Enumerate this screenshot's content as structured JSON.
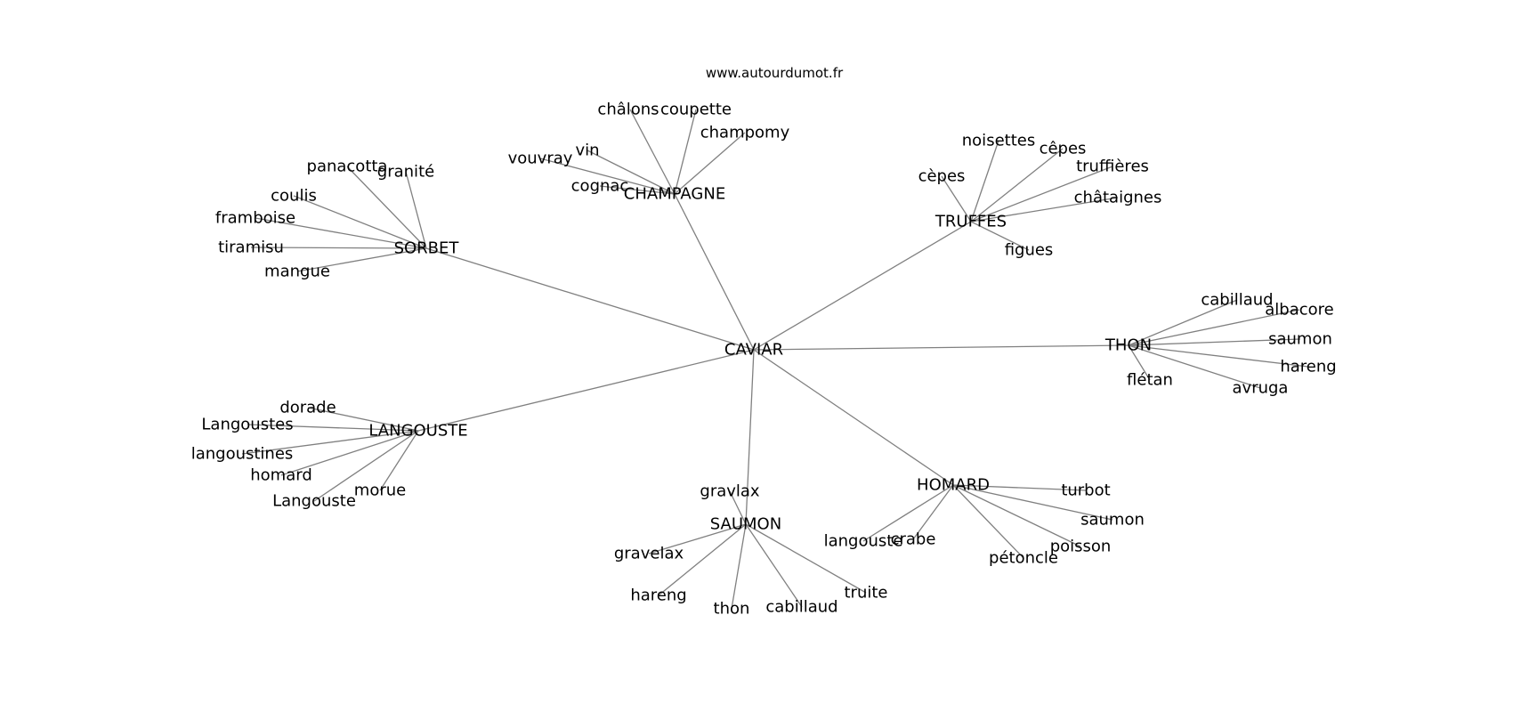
{
  "watermark": "www.autourdumot.fr",
  "graph": {
    "center": "CAVIAR",
    "clusters": [
      {
        "hub": "CHAMPAGNE",
        "leaves": [
          "châlons",
          "coupette",
          "champomy",
          "vin",
          "vouvray",
          "cognac"
        ]
      },
      {
        "hub": "TRUFFES",
        "leaves": [
          "noisettes",
          "cêpes",
          "truffières",
          "cèpes",
          "châtaignes",
          "figues"
        ]
      },
      {
        "hub": "SORBET",
        "leaves": [
          "panacotta",
          "granité",
          "coulis",
          "framboise",
          "tiramisu",
          "mangue"
        ]
      },
      {
        "hub": "THON",
        "leaves": [
          "cabillaud",
          "albacore",
          "saumon",
          "hareng",
          "flétan",
          "avruga"
        ]
      },
      {
        "hub": "LANGOUSTE",
        "leaves": [
          "dorade",
          "Langoustes",
          "langoustines",
          "homard",
          "Langouste",
          "morue"
        ]
      },
      {
        "hub": "HOMARD",
        "leaves": [
          "turbot",
          "saumon",
          "poisson",
          "pétoncle",
          "crabe",
          "langouste"
        ]
      },
      {
        "hub": "SAUMON",
        "leaves": [
          "gravlax",
          "gravelax",
          "hareng",
          "thon",
          "cabillaud",
          "truite"
        ]
      }
    ]
  }
}
